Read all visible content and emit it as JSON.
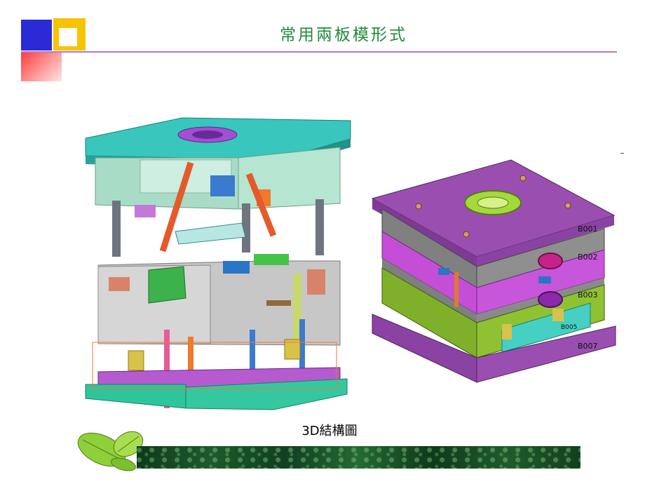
{
  "slide": {
    "title": "常用兩板模形式",
    "caption": "3D結構圖"
  },
  "mold_labels": {
    "b001": "B001",
    "b002": "B002",
    "b003": "B003",
    "b005": "B005",
    "b007": "B007"
  },
  "colors": {
    "title_green": "#1f8a3c",
    "rule_purple": "#b07acb",
    "plate_purple": "#9a4fb0",
    "cavity_green": "#8db82c",
    "teal": "#36c7c0"
  },
  "icons": {
    "deco_squares": "decorative-squares",
    "leaf": "green-leaves"
  }
}
